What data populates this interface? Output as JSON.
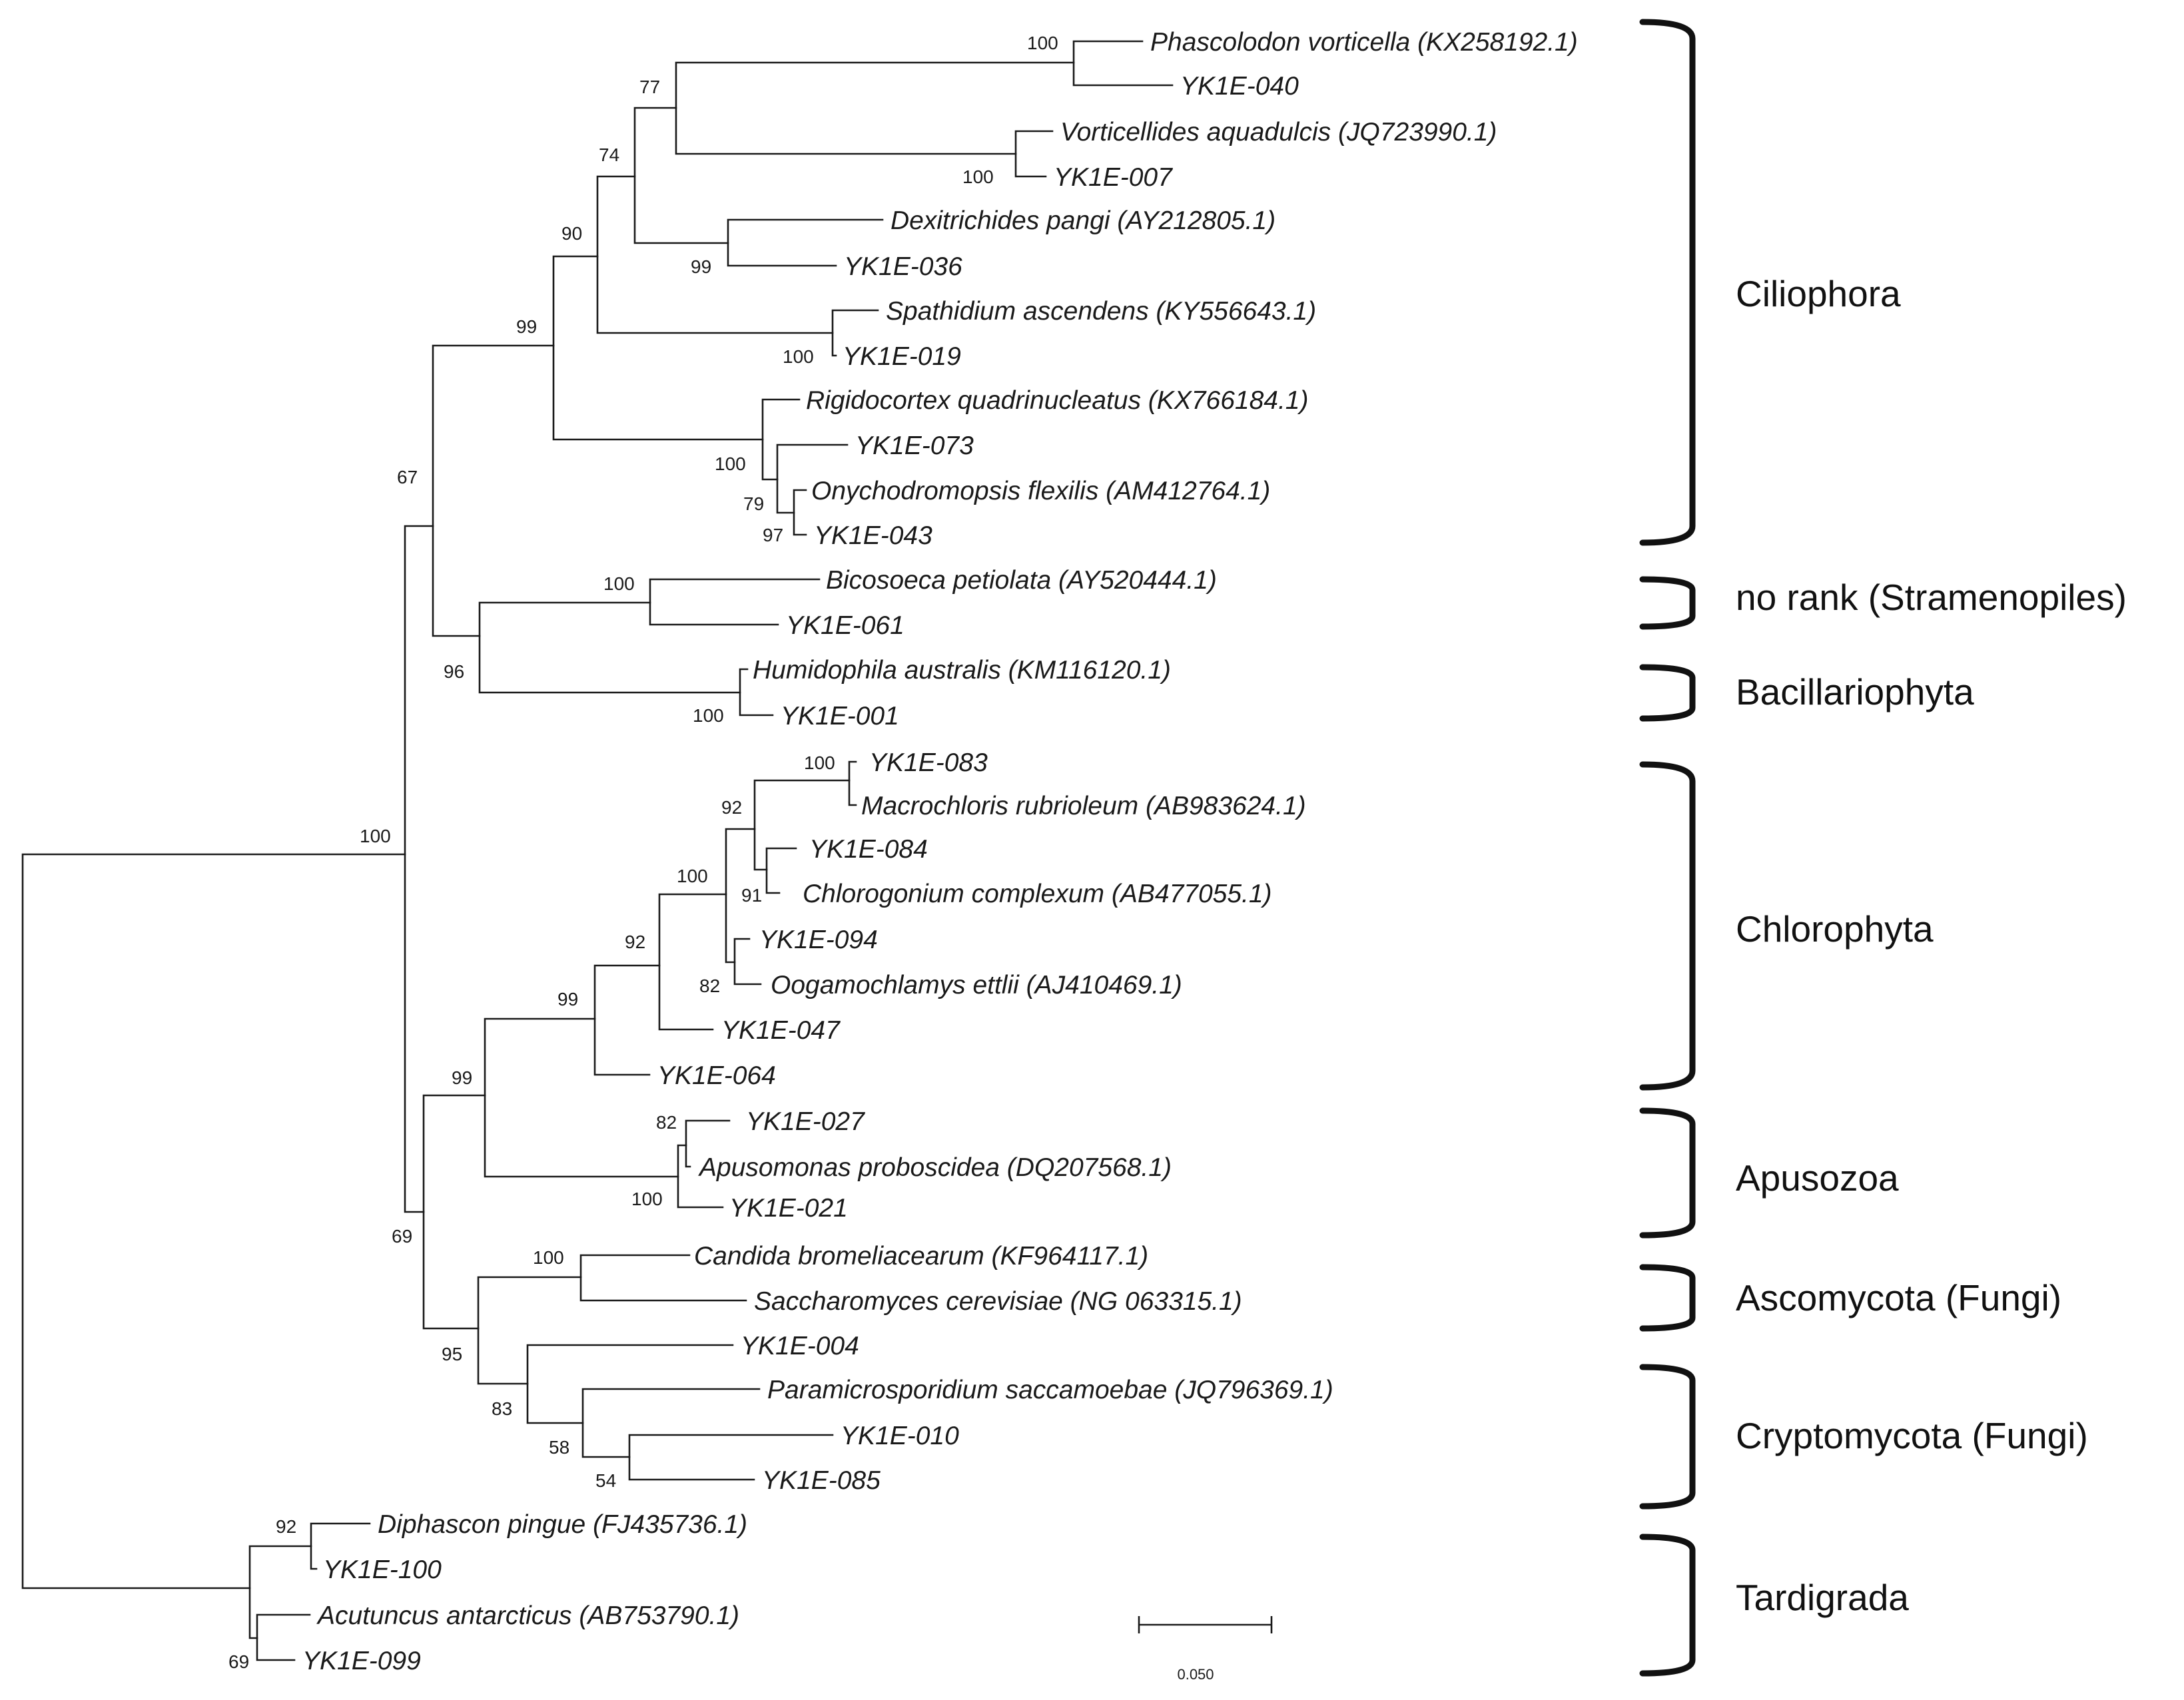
{
  "taxa": {
    "t1": "Phascolodon vorticella (KX258192.1)",
    "t2": "YK1E-040",
    "t3": "Vorticellides aquadulcis (JQ723990.1)",
    "t4": "YK1E-007",
    "t5": "Dexitrichides pangi (AY212805.1)",
    "t6": "YK1E-036",
    "t7": "Spathidium ascendens (KY556643.1)",
    "t8": "YK1E-019",
    "t9": "Rigidocortex quadrinucleatus (KX766184.1)",
    "t10": "YK1E-073",
    "t11": "Onychodromopsis flexilis (AM412764.1)",
    "t12": "YK1E-043",
    "t13": "Bicosoeca petiolata (AY520444.1)",
    "t14": "YK1E-061",
    "t15": "Humidophila australis (KM116120.1)",
    "t16": "YK1E-001",
    "t17": "YK1E-083",
    "t18": "Macrochloris rubrioleum (AB983624.1)",
    "t19": "YK1E-084",
    "t20": "Chlorogonium complexum (AB477055.1)",
    "t21": "YK1E-094",
    "t22": "Oogamochlamys ettlii (AJ410469.1)",
    "t23": "YK1E-047",
    "t24": "YK1E-064",
    "t25": "YK1E-027",
    "t26": "Apusomonas proboscidea (DQ207568.1)",
    "t27": "YK1E-021",
    "t28": "Candida bromeliacearum (KF964117.1)",
    "t29": "Saccharomyces cerevisiae (NG 063315.1)",
    "t30": "YK1E-004",
    "t31": "Paramicrosporidium saccamoebae (JQ796369.1)",
    "t32": "YK1E-010",
    "t33": "YK1E-085",
    "t34": "Diphascon pingue (FJ435736.1)",
    "t35": "YK1E-100",
    "t36": "Acutuncus antarcticus (AB753790.1)",
    "t37": "YK1E-099"
  },
  "support": {
    "root": "100",
    "s67": "67",
    "s99c": "99",
    "s90": "90",
    "s74": "74",
    "s77": "77",
    "s100a": "100",
    "s100b": "100",
    "s99d": "99",
    "s100sp": "100",
    "s100r": "100",
    "s79": "79",
    "s97": "97",
    "s96": "96",
    "s100bi": "100",
    "s100hu": "100",
    "s69": "69",
    "s99ch": "99",
    "s99ch2": "99",
    "s92": "92",
    "s100ch": "100",
    "s92b": "92",
    "s100m": "100",
    "s91": "91",
    "s82": "82",
    "s100ap": "100",
    "s82ap": "82",
    "s95": "95",
    "s100ca": "100",
    "s83": "83",
    "s58": "58",
    "s54": "54",
    "s69t": "69",
    "s92t": "92"
  },
  "groups": {
    "ciliophora": "Ciliophora",
    "stramenopiles": "no rank (Stramenopiles)",
    "bacillariophyta": "Bacillariophyta",
    "chlorophyta": "Chlorophyta",
    "apusozoa": "Apusozoa",
    "ascomycota": "Ascomycota (Fungi)",
    "cryptomycota": "Cryptomycota (Fungi)",
    "tardigrada": "Tardigrada"
  },
  "scale": {
    "label": "0.050"
  }
}
